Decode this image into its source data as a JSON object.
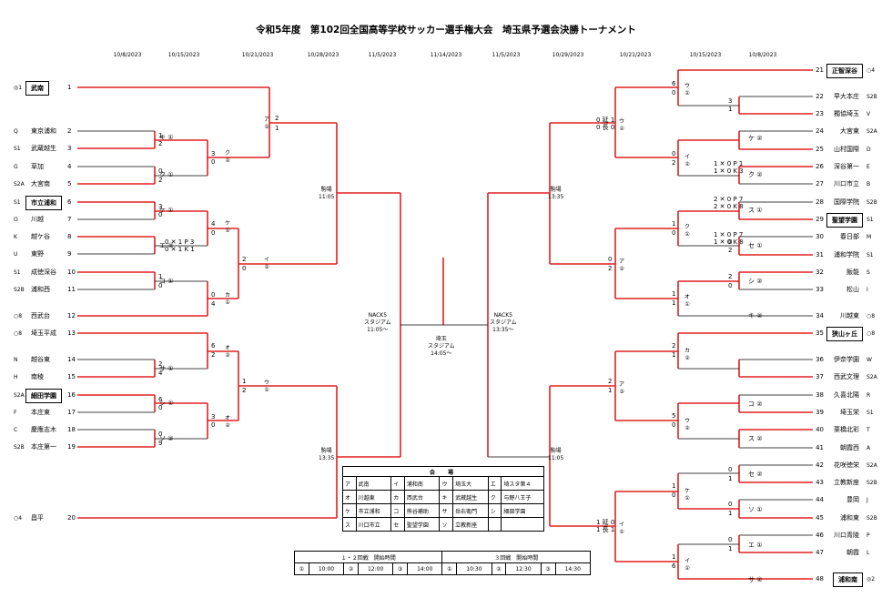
{
  "title": "令和5年度　第102回全国高等学校サッカー選手権大会　埼玉県予選会決勝トーナメント",
  "dates": [
    "10/8/2023",
    "10/15/2023",
    "10/21/2023",
    "10/28/2023",
    "11/5/2023",
    "11/14/2023",
    "11/5/2023",
    "10/29/2023",
    "10/21/2023",
    "10/15/2023",
    "10/8/2023"
  ],
  "left_teams": [
    {
      "seed": "◎1",
      "name": "武南",
      "num": "1",
      "boxed": true
    },
    {
      "seed": "Q",
      "name": "東京浦和",
      "num": "2"
    },
    {
      "seed": "S1",
      "name": "武蔵越生",
      "num": "3"
    },
    {
      "seed": "G",
      "name": "草加",
      "num": "4"
    },
    {
      "seed": "S2A",
      "name": "大宮南",
      "num": "5"
    },
    {
      "seed": "S1",
      "name": "市立浦和",
      "num": "6",
      "boxed": true
    },
    {
      "seed": "O",
      "name": "川越",
      "num": "7"
    },
    {
      "seed": "K",
      "name": "越ケ谷",
      "num": "8"
    },
    {
      "seed": "U",
      "name": "東野",
      "num": "9"
    },
    {
      "seed": "S1",
      "name": "成徳深谷",
      "num": "10"
    },
    {
      "seed": "S2B",
      "name": "浦和西",
      "num": "11"
    },
    {
      "seed": "○8",
      "name": "西武台",
      "num": "12"
    },
    {
      "seed": "○8",
      "name": "埼玉平成",
      "num": "13"
    },
    {
      "seed": "N",
      "name": "越谷東",
      "num": "14"
    },
    {
      "seed": "H",
      "name": "南稜",
      "num": "15"
    },
    {
      "seed": "S2A",
      "name": "細田学園",
      "num": "16",
      "boxed": true
    },
    {
      "seed": "F",
      "name": "本庄東",
      "num": "17"
    },
    {
      "seed": "C",
      "name": "慶應志木",
      "num": "18"
    },
    {
      "seed": "S2B",
      "name": "本庄第一",
      "num": "19"
    },
    {
      "seed": "○4",
      "name": "昌平",
      "num": "20"
    }
  ],
  "right_teams": [
    {
      "num": "21",
      "name": "正智深谷",
      "seed": "○4",
      "boxed": true
    },
    {
      "num": "22",
      "name": "早大本庄",
      "seed": "S2B"
    },
    {
      "num": "23",
      "name": "獨協埼玉",
      "seed": "V"
    },
    {
      "num": "24",
      "name": "大宮東",
      "seed": "S2A"
    },
    {
      "num": "25",
      "name": "山村国際",
      "seed": "D"
    },
    {
      "num": "26",
      "name": "深谷第一",
      "seed": "E"
    },
    {
      "num": "27",
      "name": "川口市立",
      "seed": "B"
    },
    {
      "num": "28",
      "name": "国際学院",
      "seed": "S2B"
    },
    {
      "num": "29",
      "name": "聖望学園",
      "seed": "S1",
      "boxed": true
    },
    {
      "num": "30",
      "name": "春日部",
      "seed": "M"
    },
    {
      "num": "31",
      "name": "浦和学院",
      "seed": "S1"
    },
    {
      "num": "32",
      "name": "飯能",
      "seed": "S"
    },
    {
      "num": "33",
      "name": "松山",
      "seed": "I"
    },
    {
      "num": "34",
      "name": "川越東",
      "seed": "○8"
    },
    {
      "num": "35",
      "name": "狭山ヶ丘",
      "seed": "○8",
      "boxed": true
    },
    {
      "num": "36",
      "name": "伊奈学園",
      "seed": "W"
    },
    {
      "num": "37",
      "name": "西武文理",
      "seed": "S2A"
    },
    {
      "num": "38",
      "name": "久喜北陽",
      "seed": "R"
    },
    {
      "num": "39",
      "name": "埼玉栄",
      "seed": "S1"
    },
    {
      "num": "40",
      "name": "栗橋北彩",
      "seed": "T"
    },
    {
      "num": "41",
      "name": "朝霞西",
      "seed": "A"
    },
    {
      "num": "42",
      "name": "花咲徳栄",
      "seed": "S2A"
    },
    {
      "num": "43",
      "name": "立教新座",
      "seed": "S2B"
    },
    {
      "num": "44",
      "name": "豊岡",
      "seed": "J"
    },
    {
      "num": "45",
      "name": "浦和東",
      "seed": "S2B"
    },
    {
      "num": "46",
      "name": "川口青陵",
      "seed": "P"
    },
    {
      "num": "47",
      "name": "朝霞",
      "seed": "L"
    },
    {
      "num": "48",
      "name": "浦和南",
      "seed": "◎2",
      "boxed": true
    }
  ],
  "venues": [
    {
      "label": "駒場\n11:05",
      "side": "left-top"
    },
    {
      "label": "NACK5\nスタジアム\n11:05〜",
      "side": "left-mid"
    },
    {
      "label": "埼玉\nスタジアム\n14:05〜",
      "side": "final"
    },
    {
      "label": "NACK5\nスタジアム\n13:35〜",
      "side": "right-mid"
    },
    {
      "label": "駒場\n13:35",
      "side": "right-top"
    },
    {
      "label": "駒場\n13:35",
      "side": "left-bot"
    },
    {
      "label": "駒場\n11:05",
      "side": "right-bot"
    }
  ],
  "venue_table": {
    "header": "会　場",
    "rows": [
      [
        "ア",
        "武南",
        "イ",
        "浦和南",
        "ウ",
        "埼玉大",
        "エ",
        "埼スタ第４"
      ],
      [
        "オ",
        "川越東",
        "カ",
        "西武台",
        "キ",
        "武蔵越生",
        "ク",
        "与野八王子"
      ],
      [
        "ケ",
        "市立浦和",
        "コ",
        "熊谷補助",
        "サ",
        "岳右衛門",
        "シ",
        "細田学園"
      ],
      [
        "ス",
        "川口市立",
        "セ",
        "聖望学園",
        "ソ",
        "立教新座",
        "",
        ""
      ]
    ]
  },
  "times": {
    "r12_label": "１・２回戦　開始時間",
    "r3_label": "３回戦　開始時間",
    "r12": [
      [
        "①",
        "10:00"
      ],
      [
        "②",
        "12:00"
      ],
      [
        "③",
        "14:00"
      ]
    ],
    "r3": [
      [
        "①",
        "10:30"
      ],
      [
        "②",
        "12:30"
      ],
      [
        "③",
        "14:30"
      ]
    ]
  }
}
